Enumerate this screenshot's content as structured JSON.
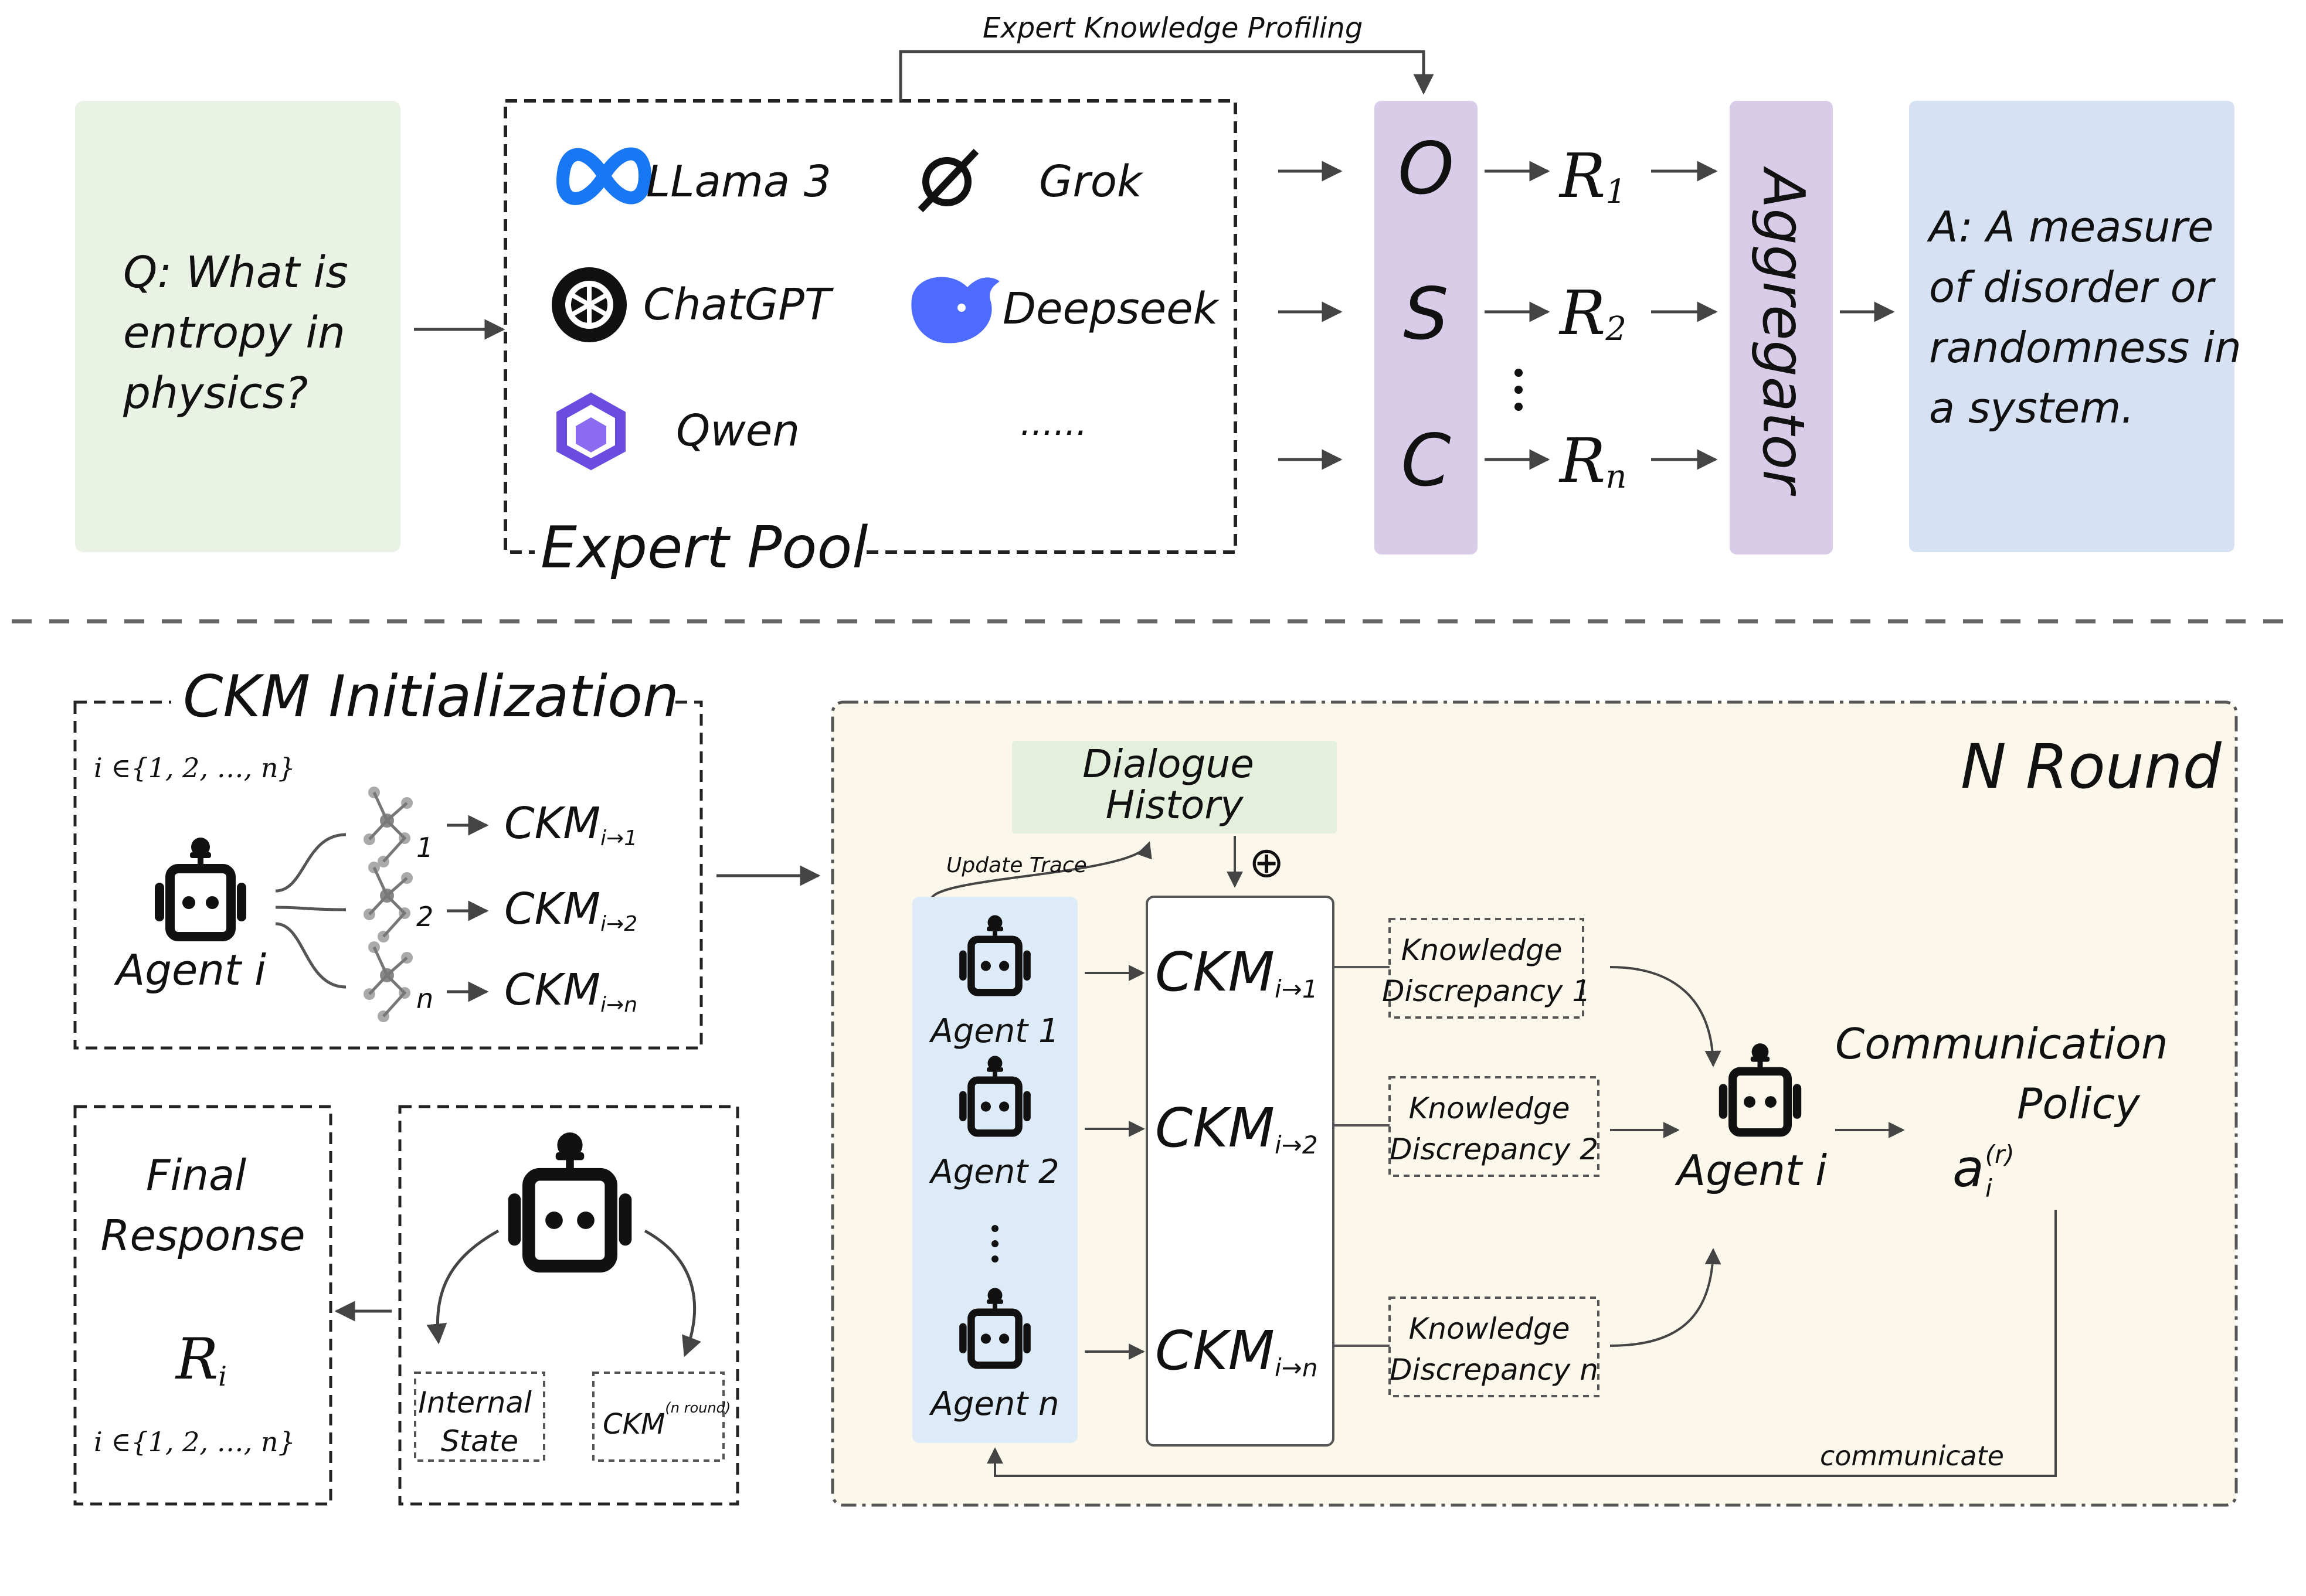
{
  "colors": {
    "question_bg": "#e9f2e4",
    "answer_bg": "#d6e2f4",
    "osc_bg": "#d8cce9",
    "round_bg": "#fbf8eb",
    "history_bg": "#e4efdc",
    "agents_bg": "#dcebf7",
    "line": "#444444"
  },
  "top": {
    "profiling_label": "Expert Knowledge Profiling",
    "question": [
      "Q: What is",
      "entropy in",
      "physics?"
    ],
    "pool": {
      "title": "Expert Pool",
      "models": [
        {
          "icon": "meta-logo-icon",
          "label": "LLama 3"
        },
        {
          "icon": "grok-logo-icon",
          "label": "Grok"
        },
        {
          "icon": "openai-logo-icon",
          "label": "ChatGPT"
        },
        {
          "icon": "deepseek-whale-icon",
          "label": "Deepseek"
        },
        {
          "icon": "qwen-logo-icon",
          "label": "Qwen"
        },
        {
          "icon": "",
          "label": "......"
        }
      ]
    },
    "osc": [
      "O",
      "S",
      "C"
    ],
    "responses": [
      {
        "base": "R",
        "sub": "1"
      },
      {
        "base": "R",
        "sub": "2"
      },
      {
        "base": "R",
        "sub": "n"
      }
    ],
    "aggregator": "Aggregator",
    "answer": [
      "A: A measure",
      "of disorder or",
      "randomness in",
      "a system."
    ]
  },
  "init": {
    "title": "CKM Initialization",
    "index": "i ∈{1,  2,  …,  n}",
    "agent": "Agent i",
    "branches": [
      {
        "num": "1",
        "ckm": "CKM",
        "sub": "i→1"
      },
      {
        "num": "2",
        "ckm": "CKM",
        "sub": "i→2"
      },
      {
        "num": "n",
        "ckm": "CKM",
        "sub": "i→n"
      }
    ]
  },
  "final": {
    "title": [
      "Final",
      "Response"
    ],
    "r": "R",
    "r_sub": "i",
    "index": "i ∈{1,  2,  …,  n}"
  },
  "state": {
    "internal": [
      "Internal",
      "State"
    ],
    "ckm": "CKM",
    "ckm_sup": "(n round)"
  },
  "round": {
    "title": "N Round",
    "history": [
      "Dialogue",
      "History"
    ],
    "update_trace": "Update Trace",
    "oplus": "⊕",
    "agents": [
      "Agent 1",
      "Agent 2",
      "Agent n"
    ],
    "ckms": [
      {
        "base": "CKM",
        "sub": "i→1"
      },
      {
        "base": "CKM",
        "sub": "i→2"
      },
      {
        "base": "CKM",
        "sub": "i→n"
      }
    ],
    "discrepancy": [
      [
        "Knowledge",
        "Discrepancy 1"
      ],
      [
        "Knowledge",
        "Discrepancy 2"
      ],
      [
        "Knowledge",
        "Discrepancy n"
      ]
    ],
    "agent_i": "Agent i",
    "policy": [
      "Communication",
      "Policy"
    ],
    "action": {
      "base": "a",
      "sub": "i",
      "sup": "(r)"
    },
    "communicate": "communicate"
  }
}
